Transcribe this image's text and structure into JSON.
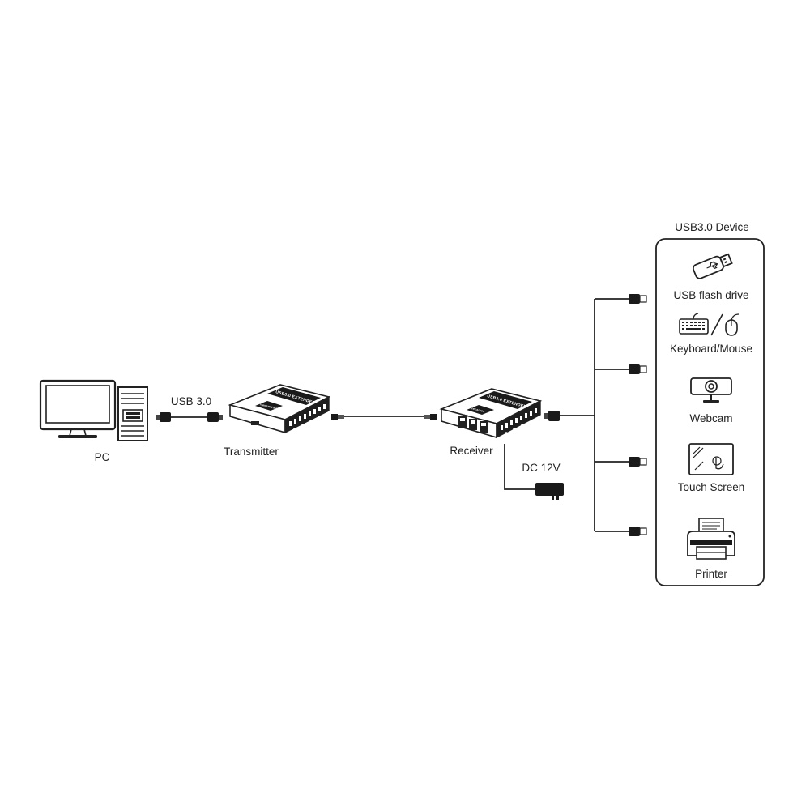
{
  "labels": {
    "pc": "PC",
    "usb_link": "USB 3.0",
    "transmitter": "Transmitter",
    "receiver": "Receiver",
    "power": "DC 12V",
    "devices_title": "USB3.0 Device"
  },
  "device_faces": {
    "brand": "USB3.0 EXTENDER",
    "tx_plate": "Transmitter",
    "rx_plate": "Receiver"
  },
  "devices": [
    {
      "label": "USB flash drive",
      "icon": "usb-flash-drive-icon"
    },
    {
      "label": "Keyboard/Mouse",
      "icon": "keyboard-mouse-icon"
    },
    {
      "label": "Webcam",
      "icon": "webcam-icon"
    },
    {
      "label": "Touch Screen",
      "icon": "touch-screen-icon"
    },
    {
      "label": "Printer",
      "icon": "printer-icon"
    }
  ]
}
